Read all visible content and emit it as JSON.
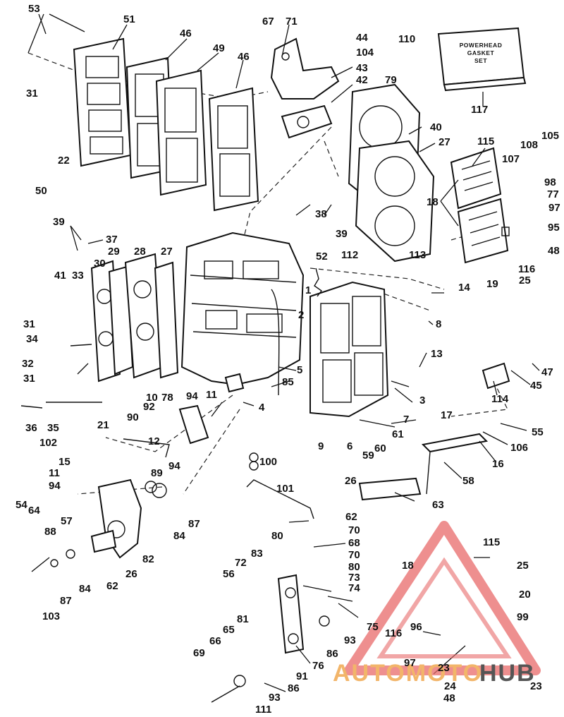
{
  "gasket_box": {
    "line1": "POWERHEAD",
    "line2": "GASKET",
    "line3": "SET"
  },
  "labels": {
    "l1": "1",
    "l3": "3",
    "l4": "4",
    "l5": "5",
    "l6": "6",
    "l7": "7",
    "l8": "8",
    "l9": "9",
    "l10": "10",
    "l11a": "11",
    "l11b": "11",
    "l12": "12",
    "l13": "13",
    "l14": "14",
    "l15": "15",
    "l16": "16",
    "l17": "17",
    "l18a": "18",
    "l18b": "18",
    "l19": "19",
    "l20": "20",
    "l21": "21",
    "l22": "22",
    "l23a": "23",
    "l23b": "23",
    "l24": "24",
    "l25a": "25",
    "l25b": "25",
    "l26a": "26",
    "l26b": "26",
    "l27a": "27",
    "l27b": "27",
    "l28": "28",
    "l29": "29",
    "l30": "30",
    "l31a": "31",
    "l31b": "31",
    "l31c": "31",
    "l32": "32",
    "l33": "33",
    "l34": "34",
    "l35": "35",
    "l36": "36",
    "l37": "37",
    "l38": "38",
    "l39a": "39",
    "l39b": "39",
    "l40": "40",
    "l41": "41",
    "l42": "42",
    "l43": "43",
    "l44": "44",
    "l45": "45",
    "l46a": "46",
    "l46b": "46",
    "l47": "47",
    "l48a": "48",
    "l48b": "48",
    "l49": "49",
    "l50": "50",
    "l51": "51",
    "l52": "52",
    "l53": "53",
    "l54": "54",
    "l55": "55",
    "l56": "56",
    "l57": "57",
    "l58": "58",
    "l59": "59",
    "l60": "60",
    "l61": "61",
    "l62a": "62",
    "l62b": "62",
    "l63": "63",
    "l64": "64",
    "l65": "65",
    "l66": "66",
    "l67": "67",
    "l68": "68",
    "l69": "69",
    "l70a": "70",
    "l70b": "70",
    "l71": "71",
    "l72": "72",
    "l73": "73",
    "l74": "74",
    "l75": "75",
    "l76": "76",
    "l77": "77",
    "l78": "78",
    "l79": "79",
    "l80a": "80",
    "l80b": "80",
    "l81": "81",
    "l82": "82",
    "l83": "83",
    "l84a": "84",
    "l84b": "84",
    "l85": "85",
    "l86a": "86",
    "l86b": "86",
    "l87a": "87",
    "l87b": "87",
    "l88": "88",
    "l89": "89",
    "l90": "90",
    "l91": "91",
    "l92": "92",
    "l93a": "93",
    "l93b": "93",
    "l94a": "94",
    "l94b": "94",
    "l94c": "94",
    "l95": "95",
    "l96": "96",
    "l97a": "97",
    "l97b": "97",
    "l98": "98",
    "l99": "99",
    "l100": "100",
    "l101": "101",
    "l102": "102",
    "l103": "103",
    "l104": "104",
    "l105": "105",
    "l106": "106",
    "l107": "107",
    "l108": "108",
    "l110": "110",
    "l111": "111",
    "l112": "112",
    "l113": "113",
    "l114": "114",
    "l115a": "115",
    "l115b": "115",
    "l116a": "116",
    "l116b": "116",
    "l117": "117",
    "l2": "2"
  },
  "watermark": {
    "word1": "AUTOMOTO",
    "word2": "HUB",
    "colors": {
      "triangle": "#e86a6a",
      "auto": "#f2b56a",
      "hub": "#555555"
    }
  }
}
